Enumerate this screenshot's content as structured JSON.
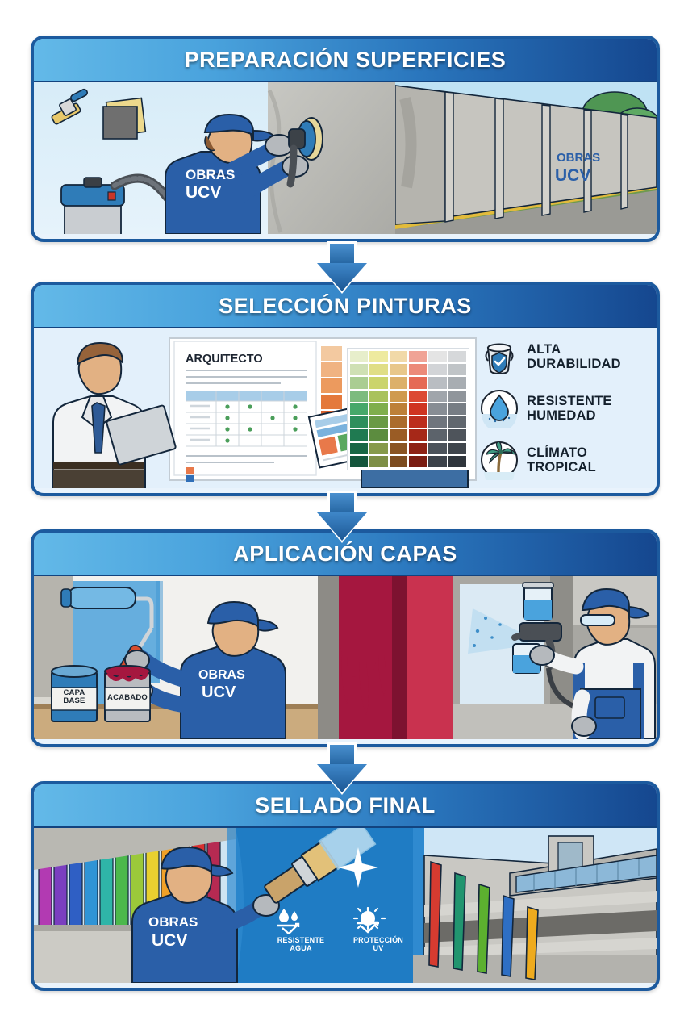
{
  "infographic": {
    "title_visible": false,
    "brand": "OBRAS UCV",
    "accent_dark": "#1c5a9e",
    "accent_light": "#63b9e8",
    "panel_bg": "#e9f3fc",
    "page_bg": "#ffffff"
  },
  "steps": [
    {
      "id": "preparacion",
      "header": "PREPARACIÓN SUPERFICIES",
      "scene_left": {
        "name": "worker-sanding-wall",
        "uniform_line1": "OBRAS",
        "uniform_line2": "UCV",
        "tools": [
          "brush-icon",
          "sandpaper-icon",
          "vacuum-icon",
          "grinder-icon"
        ]
      },
      "scene_right": {
        "name": "concrete-perimeter-wall",
        "wall_text_line1": "OBRAS",
        "wall_text_line2": "UCV"
      }
    },
    {
      "id": "seleccion",
      "header": "SELECCIÓN PINTURAS",
      "document_title": "ARQUITECTO",
      "scene_left": {
        "name": "architect-and-client-reviewing-specs"
      },
      "scene_mid": {
        "name": "color-swatch-chart"
      },
      "features": [
        {
          "icon": "paint-bucket-shield-icon",
          "line1": "ALTA",
          "line2": "DURABILIDAD"
        },
        {
          "icon": "water-drop-icon",
          "line1": "RESISTENTE",
          "line2": "HUMEDAD"
        },
        {
          "icon": "palm-tree-icon",
          "line1": "CLÍMATO",
          "line2": "TROPICAL"
        }
      ]
    },
    {
      "id": "aplicacion",
      "header": "APLICACIÓN CAPAS",
      "cans": [
        {
          "label_line1": "CAPA",
          "label_line2": "BASE",
          "color": "#2f7cb8"
        },
        {
          "label_line1": "ACABADO",
          "label_line2": "",
          "color": "#a5173f"
        }
      ],
      "scene_left": {
        "name": "worker-rolling-base-coat",
        "uniform_line1": "OBRAS",
        "uniform_line2": "UCV"
      },
      "scene_mid": {
        "name": "crimson-finish-coat-wall"
      },
      "scene_right": {
        "name": "worker-spray-gun-applying-paint"
      }
    },
    {
      "id": "sellado",
      "header": "SELLADO FINAL",
      "scene_left": {
        "name": "worker-applying-clear-sealer",
        "uniform_line1": "OBRAS",
        "uniform_line2": "UCV"
      },
      "badges": [
        {
          "icon": "water-repel-icon",
          "line1": "RESISTENTE",
          "line2": "AGUA"
        },
        {
          "icon": "uv-sun-icon",
          "line1": "PROTECCIÓN",
          "line2": "UV"
        }
      ],
      "scene_right": {
        "name": "finished-building-colored-pillars"
      }
    }
  ],
  "palette": {
    "swatch_rows": 9,
    "swatch_cols": 6,
    "columns": [
      [
        "#e7eecb",
        "#cfe0b4",
        "#aacd92",
        "#7cbb7e",
        "#46a86a",
        "#2e8f5d",
        "#1f7a51",
        "#186745",
        "#14563c"
      ],
      [
        "#eeea9f",
        "#e0de86",
        "#cbd46c",
        "#a9c25c",
        "#7fae4c",
        "#6a9a45",
        "#5c8c3f",
        "#869a4a",
        "#7e8f46"
      ],
      [
        "#f1d9a8",
        "#e8c78a",
        "#dcb06a",
        "#cf9a4e",
        "#bd8038",
        "#ab6c2c",
        "#9a5c25",
        "#8a5422",
        "#7d4c1f"
      ],
      [
        "#f0a396",
        "#ec8a79",
        "#e56a55",
        "#dc4a33",
        "#cf3420",
        "#bc2d1c",
        "#a62818",
        "#8e2215",
        "#7a1d12"
      ],
      [
        "#e4e4e4",
        "#d2d4d7",
        "#b9bdc2",
        "#a0a5ab",
        "#878d94",
        "#6f757d",
        "#5c636b",
        "#4b525a",
        "#3c424a"
      ],
      [
        "#d6d8da",
        "#c0c4c7",
        "#a8adb2",
        "#90959b",
        "#777d84",
        "#61676e",
        "#4e545b",
        "#3f454c",
        "#2f353c"
      ]
    ]
  },
  "rainbow_stripes": [
    "#b23ab2",
    "#7b3fc0",
    "#2f5fc4",
    "#2f94d6",
    "#2fb5a8",
    "#4cb84c",
    "#9bc93a",
    "#e8d030",
    "#f0a128",
    "#e8622a",
    "#d83030",
    "#b62a52"
  ],
  "building_pillars": [
    "#d63b30",
    "#21956f",
    "#5cb02f",
    "#2e6fc4",
    "#eeab1e"
  ]
}
